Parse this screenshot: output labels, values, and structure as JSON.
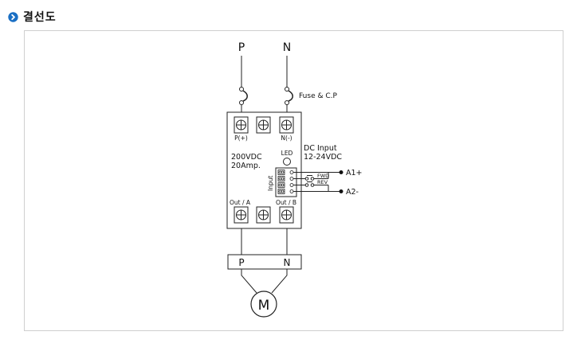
{
  "section": {
    "title": "결선도",
    "bullet_icon": "chevron-right-circle-icon",
    "accent_color": "#1a6fc4"
  },
  "diagram": {
    "supply_positive": "P",
    "supply_negative": "N",
    "fuse_label": "Fuse & C.P",
    "terminal_in_pos": "P(+)",
    "terminal_in_neg": "N(-)",
    "rating_voltage": "200VDC",
    "rating_current": "20Amp.",
    "led_label": "LED",
    "dc_input_title": "DC Input",
    "dc_input_range": "12-24VDC",
    "input_label": "Input",
    "fwd_label": "FWD",
    "rev_label": "REV",
    "a1_label": "A1+",
    "a2_label": "A2-",
    "out_a_label": "Out / A",
    "out_b_label": "Out / B",
    "motor_p": "P",
    "motor_n": "N",
    "motor_symbol": "M"
  }
}
